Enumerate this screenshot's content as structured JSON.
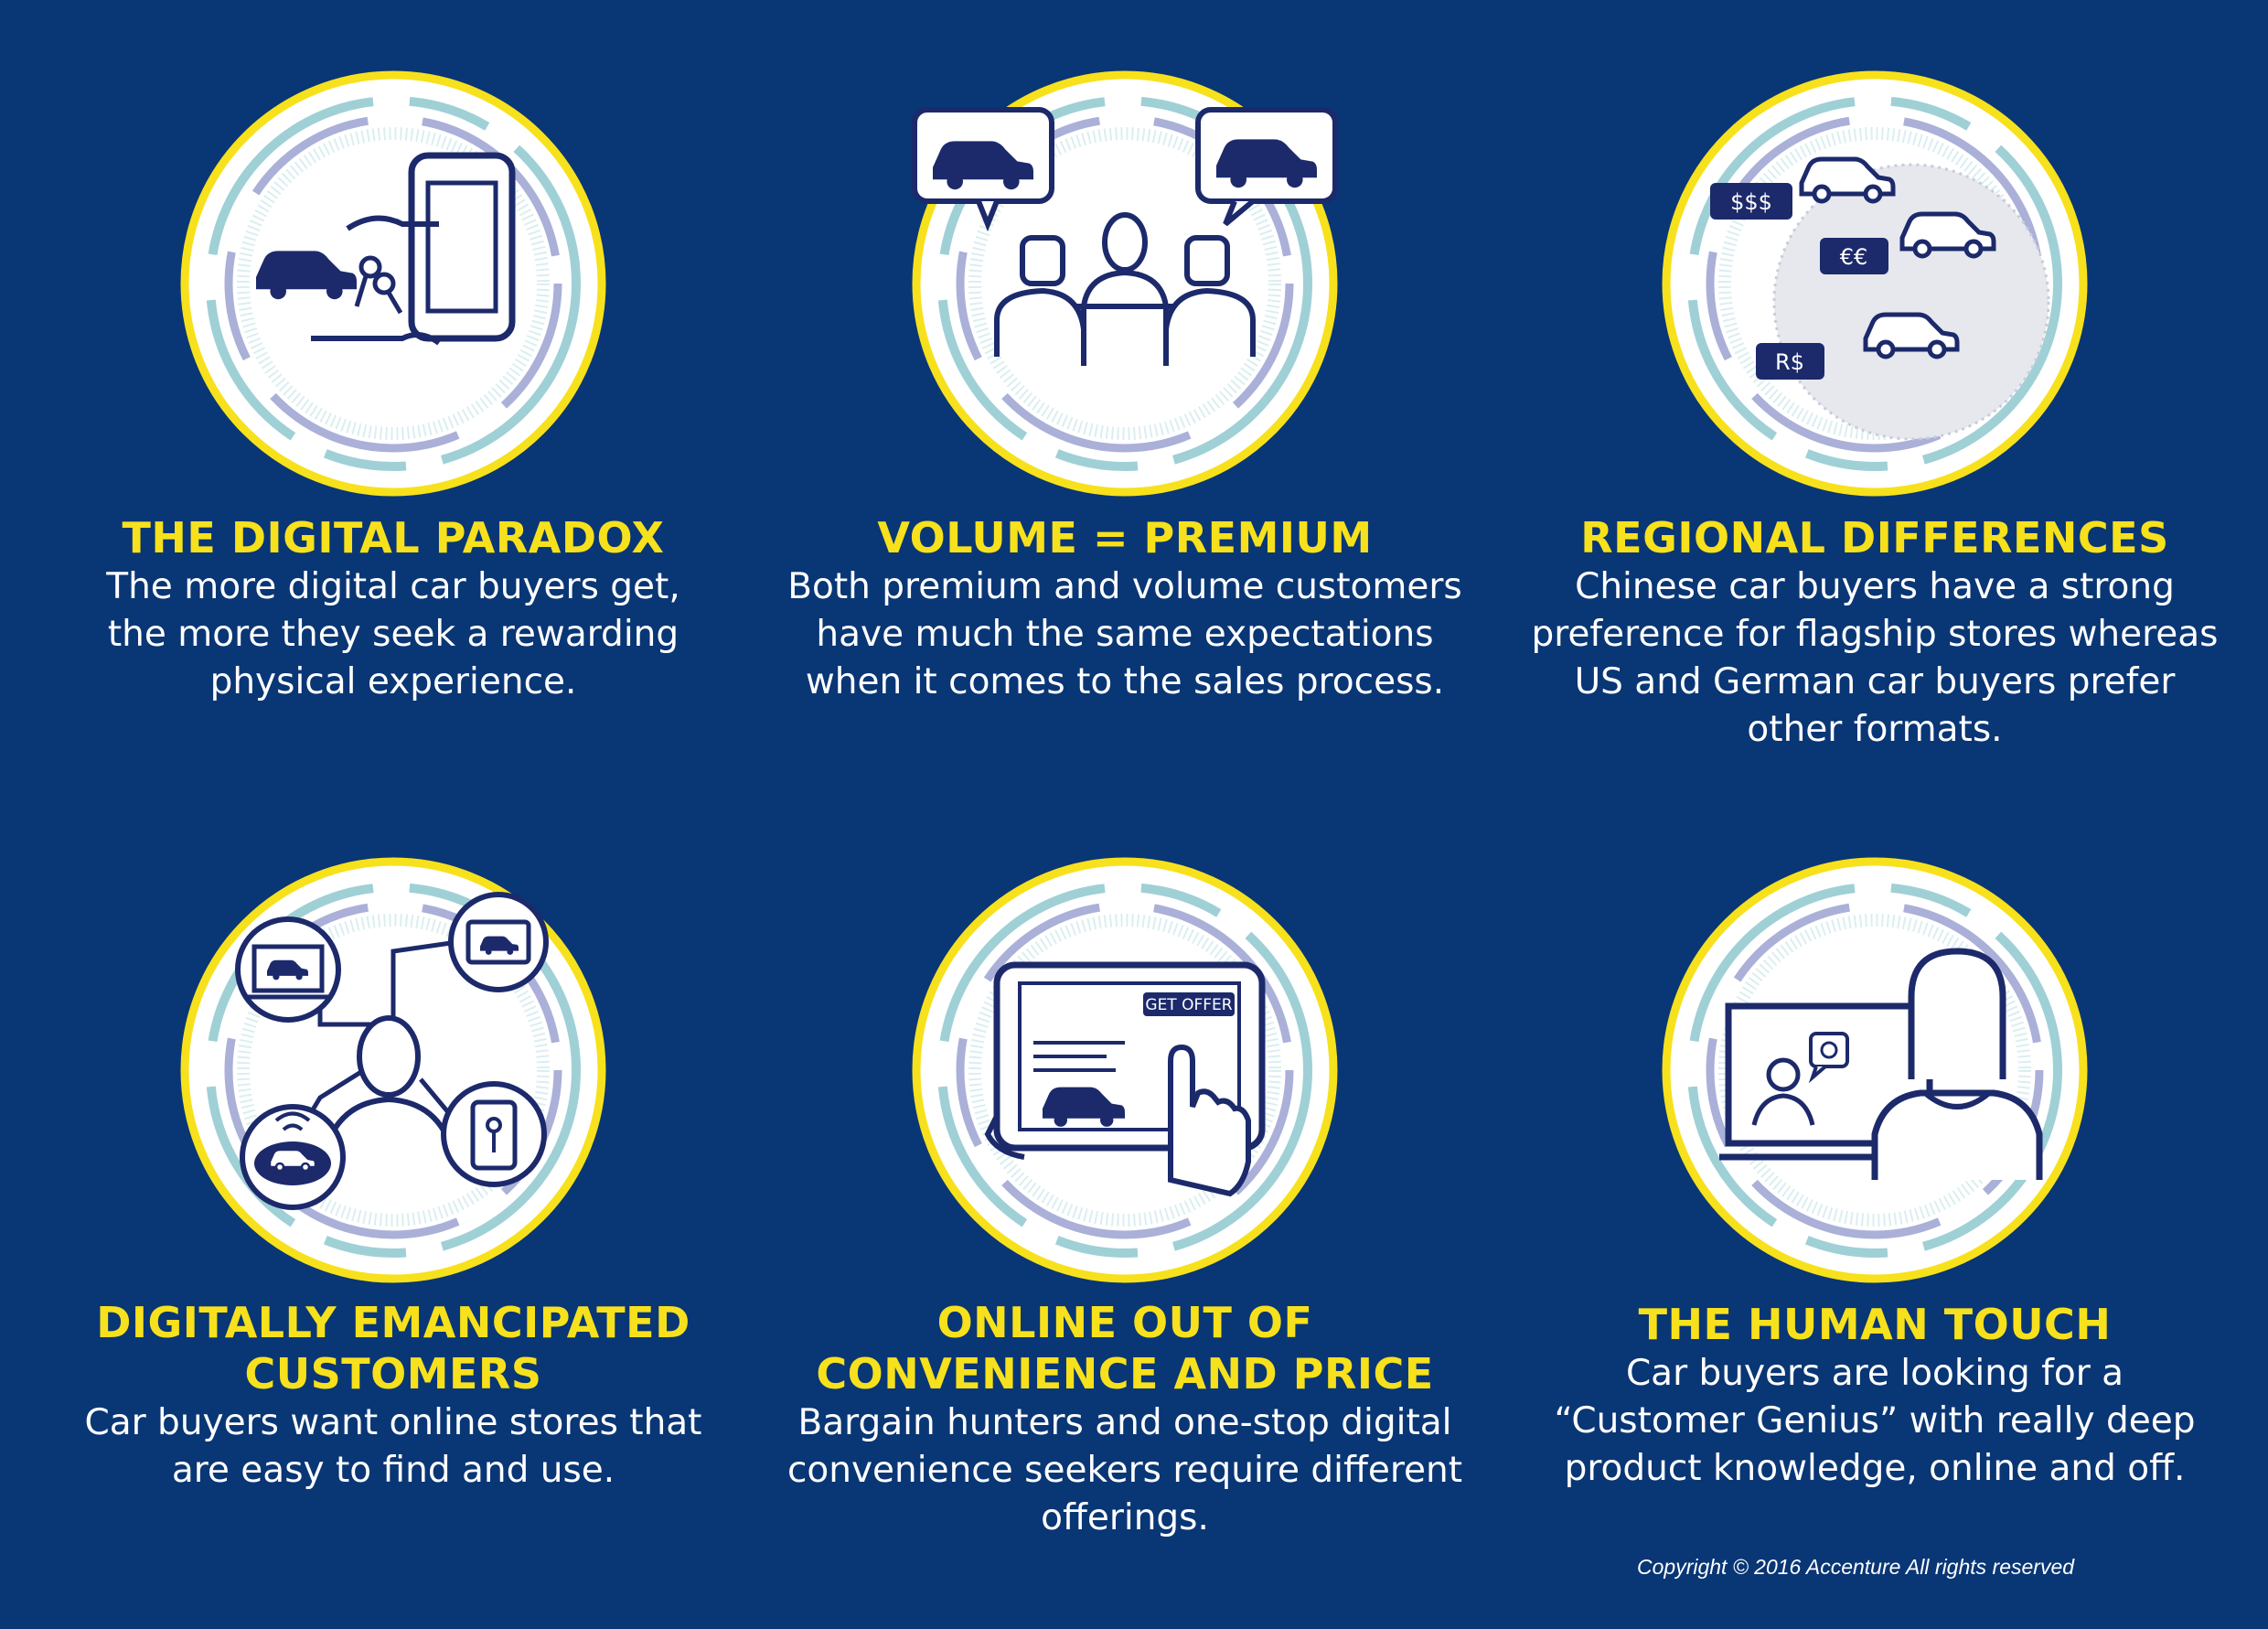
{
  "colors": {
    "background": "#093675",
    "accent_yellow": "#f7e11c",
    "ring_teal": "#9fd0d6",
    "ring_lavender": "#aab0d8",
    "icon_navy": "#1c2a6b"
  },
  "cards": [
    {
      "title_lines": [
        "THE DIGITAL PARADOX"
      ],
      "desc_lines": [
        "The more digital car buyers get,",
        "the more they seek a rewarding",
        "physical experience."
      ],
      "icon": "car-handover-tablet-icon"
    },
    {
      "title_lines": [
        "VOLUME = PREMIUM"
      ],
      "desc_lines": [
        "Both premium and volume customers",
        "have much the same expectations",
        "when it comes to the sales process."
      ],
      "icon": "sales-meeting-icon"
    },
    {
      "title_lines": [
        "REGIONAL DIFFERENCES"
      ],
      "desc_lines": [
        "Chinese car buyers have a strong",
        "preference for flagship stores whereas",
        "US and German car buyers prefer",
        "other formats."
      ],
      "icon": "globe-prices-icon",
      "price_tags": [
        "$$$",
        "€€",
        "R$"
      ]
    },
    {
      "title_lines": [
        "DIGITALLY EMANCIPATED",
        "CUSTOMERS"
      ],
      "desc_lines": [
        "Car buyers want online stores that",
        "are easy to find and use."
      ],
      "icon": "connected-customer-icon"
    },
    {
      "title_lines": [
        "ONLINE OUT OF",
        "CONVENIENCE AND PRICE"
      ],
      "desc_lines": [
        "Bargain hunters and one-stop digital",
        "convenience seekers require different",
        "offerings."
      ],
      "icon": "tablet-offer-icon",
      "tablet_button": "GET OFFER"
    },
    {
      "title_lines": [
        "THE HUMAN TOUCH"
      ],
      "desc_lines": [
        "Car buyers are looking for a",
        "“Customer Genius” with really deep",
        "product knowledge, online and off."
      ],
      "icon": "customer-genius-icon"
    }
  ],
  "copyright": "Copyright © 2016 Accenture All rights reserved"
}
